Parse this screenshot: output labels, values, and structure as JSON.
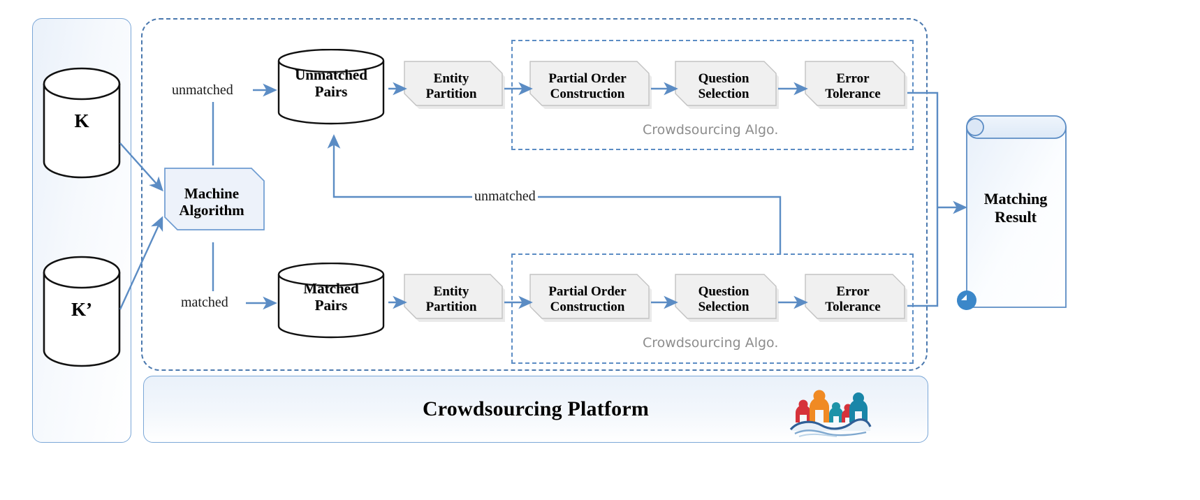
{
  "diagram": {
    "title": "Crowdsourcing entity matching framework",
    "colors": {
      "accent_blue": "#5b8cc4",
      "boundary_blue": "#4a78ae",
      "panel_fill": "#eaf1fa",
      "box_fill": "#f0f0f0",
      "box_stroke": "#bfbfbf",
      "caption_gray": "#8d8d8d"
    }
  },
  "sources": {
    "panel_name": "input-knowledge-bases",
    "items": [
      {
        "id": "k",
        "label": "K"
      },
      {
        "id": "k2",
        "label": "K’"
      }
    ]
  },
  "machine": {
    "label": "Machine\nAlgorithm",
    "line1": "Machine",
    "line2": "Algorithm"
  },
  "edge_labels": {
    "unmatched_top": "unmatched",
    "matched_bottom": "matched",
    "unmatched_feedback": "unmatched"
  },
  "pipelines": [
    {
      "id": "unmatched-pipeline",
      "store": {
        "line1": "Unmatched",
        "line2": "Pairs"
      },
      "partition": {
        "line1": "Entity",
        "line2": "Partition"
      },
      "algo_caption": "Crowdsourcing Algo.",
      "algo_steps": [
        {
          "id": "partial-order-construction",
          "line1": "Partial Order",
          "line2": "Construction"
        },
        {
          "id": "question-selection",
          "line1": "Question",
          "line2": "Selection"
        },
        {
          "id": "error-tolerance",
          "line1": "Error",
          "line2": "Tolerance"
        }
      ]
    },
    {
      "id": "matched-pipeline",
      "store": {
        "line1": "Matched",
        "line2": "Pairs"
      },
      "partition": {
        "line1": "Entity",
        "line2": "Partition"
      },
      "algo_caption": "Crowdsourcing Algo.",
      "algo_steps": [
        {
          "id": "partial-order-construction",
          "line1": "Partial Order",
          "line2": "Construction"
        },
        {
          "id": "question-selection",
          "line1": "Question",
          "line2": "Selection"
        },
        {
          "id": "error-tolerance",
          "line1": "Error",
          "line2": "Tolerance"
        }
      ]
    }
  ],
  "platform": {
    "label": "Crowdsourcing Platform",
    "logo_name": "crowd-people-globe-logo"
  },
  "result": {
    "line1": "Matching",
    "line2": "Result"
  }
}
